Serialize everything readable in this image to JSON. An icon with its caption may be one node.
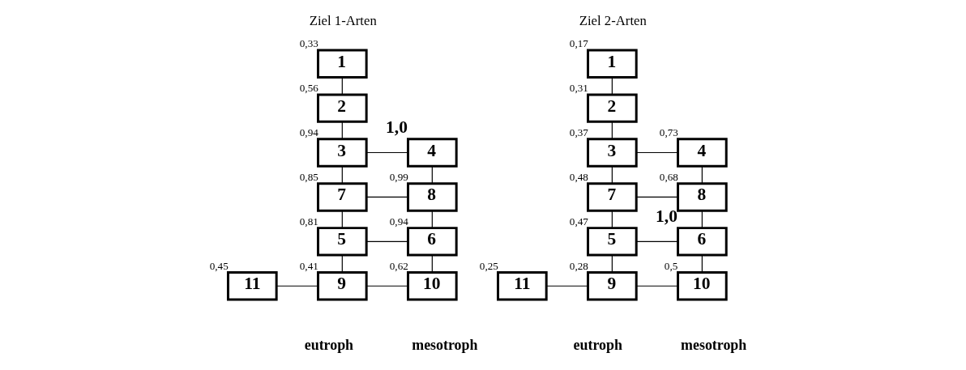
{
  "diagram": {
    "nodes": [
      {
        "text": [
          "1"
        ],
        "beside": [
          "0,33"
        ]
      },
      {
        "text": [
          "2"
        ],
        "beside": [
          "0,56"
        ]
      },
      {
        "text": [
          "3"
        ],
        "beside": [
          "0,94"
        ]
      },
      {
        "text": [
          "4"
        ],
        "beside": [
          "1,0"
        ]
      },
      {
        "text": [
          "7"
        ],
        "beside": [
          "0,85"
        ]
      },
      {
        "text": [
          "8"
        ],
        "beside": [
          "0,99"
        ]
      },
      {
        "text": [
          "5"
        ],
        "beside": [
          "0,81"
        ]
      },
      {
        "text": [
          "6"
        ],
        "beside": [
          "0,94"
        ]
      },
      {
        "text": [
          "11"
        ],
        "beside": [
          "0,45"
        ]
      },
      {
        "text": [
          "9"
        ],
        "beside": [
          "0,41"
        ]
      },
      {
        "text": [
          "10"
        ],
        "beside": [
          "0,62"
        ]
      },
      {
        "text": [
          "1"
        ],
        "beside": [
          "0,17"
        ]
      },
      {
        "text": [
          "2"
        ],
        "beside": [
          "0,31"
        ]
      },
      {
        "text": [
          "3"
        ],
        "beside": [
          "0,37"
        ]
      },
      {
        "text": [
          "4"
        ],
        "beside": [
          "0,73"
        ]
      },
      {
        "text": [
          "7"
        ],
        "beside": [
          "0,48"
        ]
      },
      {
        "text": [
          "8"
        ],
        "beside": [
          "0,68"
        ]
      },
      {
        "text": [
          "5"
        ],
        "beside": [
          "0,47"
        ]
      },
      {
        "text": [
          "6"
        ],
        "beside": [
          "1,0"
        ]
      },
      {
        "text": [
          "11"
        ],
        "beside": [
          "0,25"
        ]
      },
      {
        "text": [
          "9"
        ],
        "beside": [
          "0,28"
        ]
      },
      {
        "text": [
          "10"
        ],
        "beside": [
          "0,5"
        ]
      }
    ],
    "edges": [
      {
        "from": 0,
        "to": 1,
        "arrow": "none"
      },
      {
        "from": 1,
        "to": 2,
        "arrow": "none"
      },
      {
        "from": 2,
        "to": 3,
        "arrow": "none"
      },
      {
        "from": 2,
        "to": 4,
        "arrow": "none"
      },
      {
        "from": 3,
        "to": 5,
        "arrow": "none"
      },
      {
        "from": 4,
        "to": 5,
        "arrow": "none"
      },
      {
        "from": 4,
        "to": 6,
        "arrow": "none"
      },
      {
        "from": 5,
        "to": 7,
        "arrow": "none"
      },
      {
        "from": 6,
        "to": 7,
        "arrow": "none"
      },
      {
        "from": 6,
        "to": 9,
        "arrow": "none"
      },
      {
        "from": 7,
        "to": 10,
        "arrow": "none"
      },
      {
        "from": 8,
        "to": 9,
        "arrow": "none"
      },
      {
        "from": 9,
        "to": 10,
        "arrow": "none"
      },
      {
        "from": 11,
        "to": 12,
        "arrow": "none"
      },
      {
        "from": 12,
        "to": 13,
        "arrow": "none"
      },
      {
        "from": 13,
        "to": 14,
        "arrow": "none"
      },
      {
        "from": 13,
        "to": 15,
        "arrow": "none"
      },
      {
        "from": 14,
        "to": 16,
        "arrow": "none"
      },
      {
        "from": 15,
        "to": 16,
        "arrow": "none"
      },
      {
        "from": 15,
        "to": 17,
        "arrow": "none"
      },
      {
        "from": 16,
        "to": 18,
        "arrow": "none"
      },
      {
        "from": 17,
        "to": 18,
        "arrow": "none"
      },
      {
        "from": 17,
        "to": 20,
        "arrow": "none"
      },
      {
        "from": 18,
        "to": 21,
        "arrow": "none"
      },
      {
        "from": 19,
        "to": 20,
        "arrow": "none"
      },
      {
        "from": 20,
        "to": 21,
        "arrow": "none"
      }
    ],
    "labels": [
      "Ziel 1-Arten",
      "Ziel 2-Arten",
      "eutroph",
      "mesotroph",
      "eutroph",
      "mesotroph"
    ]
  }
}
